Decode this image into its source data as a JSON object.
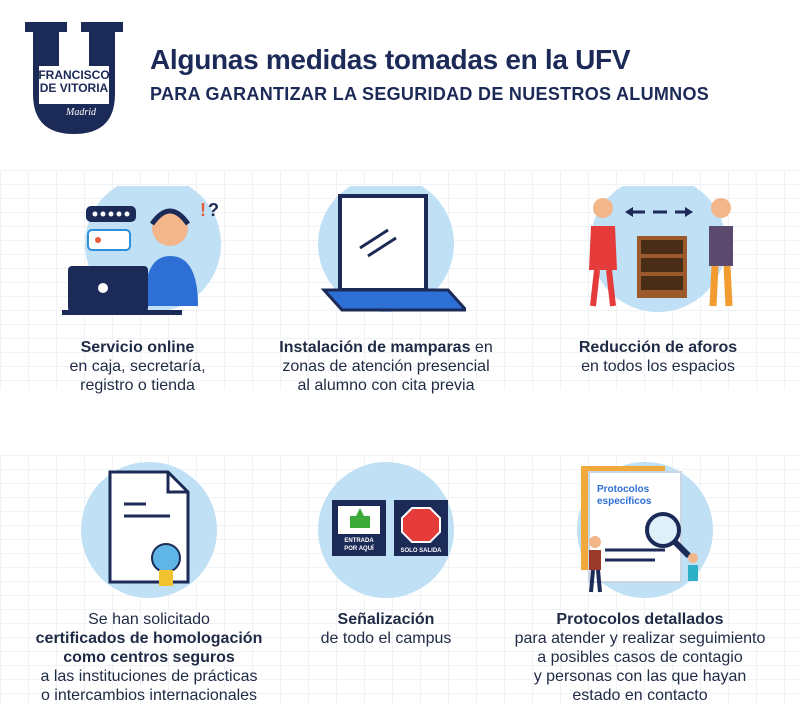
{
  "header": {
    "logo": {
      "line1": "FRANCISCO",
      "line2": "DE VITORIA",
      "line3": "Madrid"
    },
    "title": "Algunas medidas tomadas en la UFV",
    "subtitle": "PARA GARANTIZAR LA SEGURIDAD DE NUESTROS ALUMNOS"
  },
  "colors": {
    "navy": "#1c2a57",
    "circle": "#bfe0f5",
    "accent": "#2e8fd6"
  },
  "cards": {
    "online": {
      "bold": "Servicio online",
      "line2": "en caja, secretaría,",
      "line3": "registro o tienda",
      "icon": "customer-support-icon"
    },
    "mamparas": {
      "bold": "Instalación de mamparas",
      "tail": " en",
      "line2": "zonas de atención presencial",
      "line3": "al alumno con cita previa",
      "icon": "glass-screen-icon"
    },
    "aforos": {
      "bold": "Reducción de aforos",
      "line2": "en todos los espacios",
      "icon": "social-distance-icon"
    },
    "certificados": {
      "line1": "Se han solicitado",
      "bold1": "certificados de homologación",
      "bold2": "como centros seguros",
      "line4": "a las instituciones de prácticas",
      "line5": "o intercambios internacionales",
      "icon": "certificate-document-icon"
    },
    "senalizacion": {
      "bold": "Señalización",
      "line2": "de todo el campus",
      "sign1": "ENTRADA POR AQUÍ",
      "sign2": "SOLO SALIDA",
      "icon": "signage-icon"
    },
    "protocolos": {
      "bold": "Protocolos detallados",
      "line2": "para atender y realizar seguimiento",
      "line3": "a posibles casos de contagio",
      "line4": "y personas con las que hayan",
      "line5": "estado en contacto",
      "doc_label1": "Protocolos",
      "doc_label2": "específicos",
      "icon": "protocol-magnifier-icon"
    }
  }
}
